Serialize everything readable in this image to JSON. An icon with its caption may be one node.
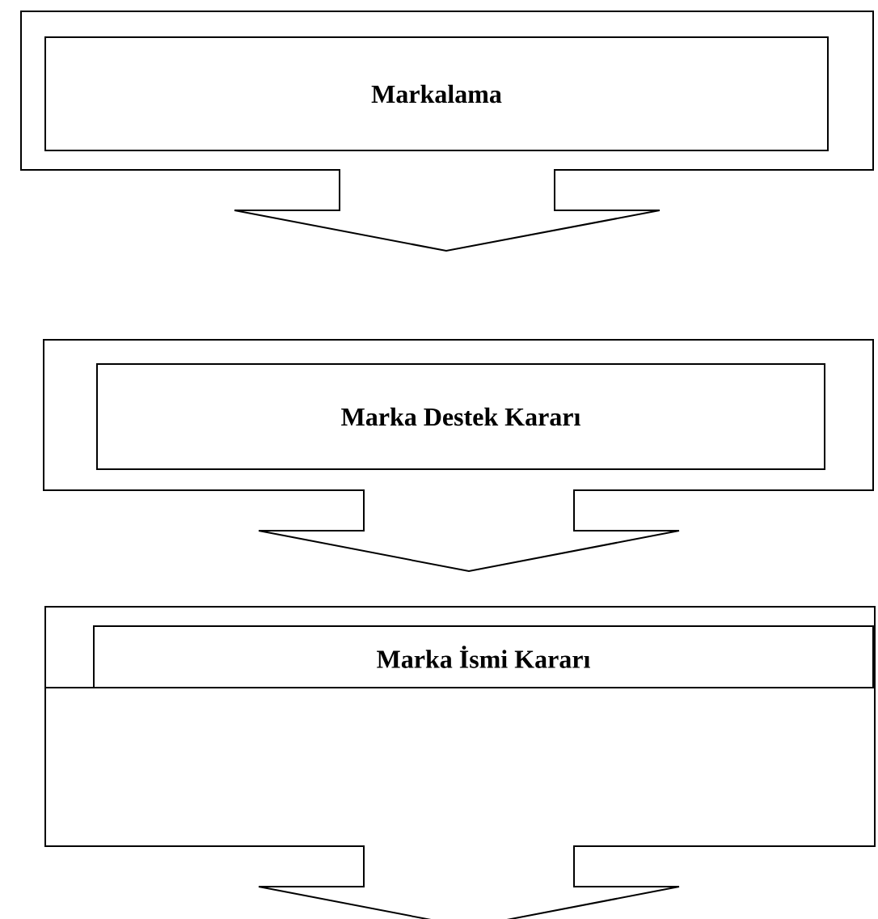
{
  "diagram": {
    "nodes": [
      {
        "text": [],
        "shape": "callout"
      },
      {
        "text": [
          "Markalama"
        ],
        "in": 0
      },
      {
        "text": [],
        "shape": "callout"
      },
      {
        "text": [
          "Marka Destek Kararı"
        ],
        "in": 2
      },
      {
        "text": [],
        "shape": "callout"
      },
      {
        "text": [
          "Marka İsmi Kararı"
        ],
        "in": 4
      }
    ]
  }
}
